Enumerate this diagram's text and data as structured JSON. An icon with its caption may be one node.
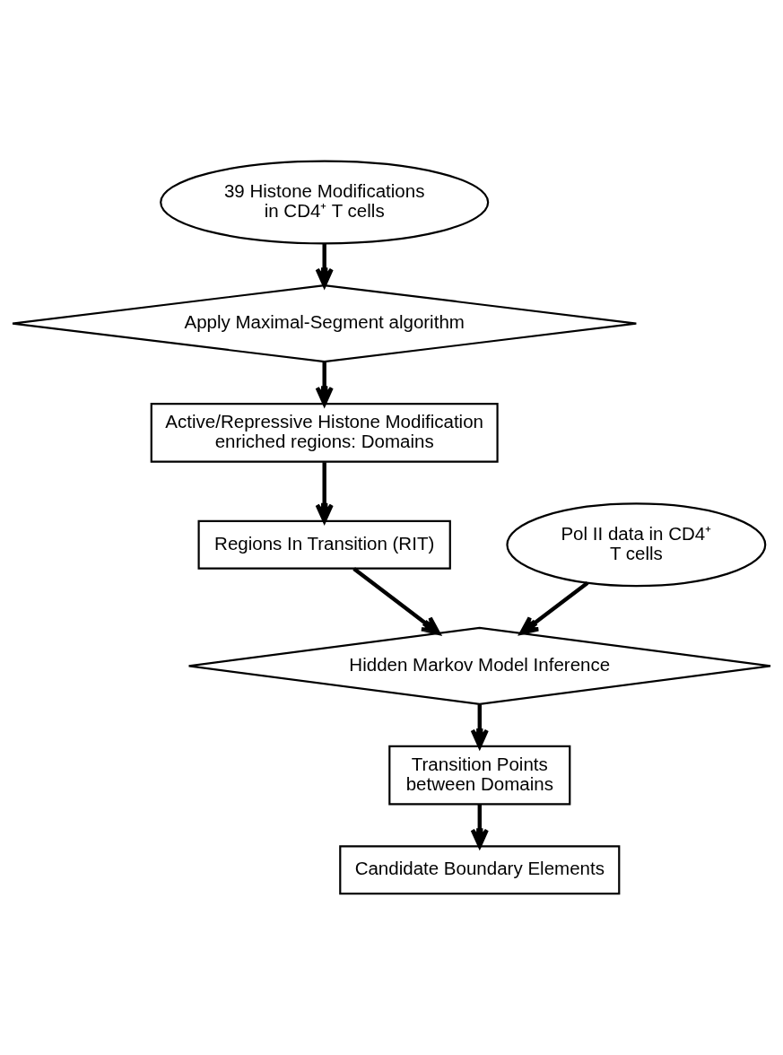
{
  "diagram": {
    "nodes": [
      {
        "text": [
          "39 Histone Modifications in CD4⁺ T cells"
        ]
      },
      {
        "text": [
          "Apply Maximal-Segment algorithm"
        ]
      },
      {
        "text": [
          "Active/Repressive Histone Modification enriched regions: Domains"
        ]
      },
      {
        "text": [
          "Regions In Transition (RIT)"
        ]
      },
      {
        "text": [
          "Pol II data in CD4⁺ T cells"
        ]
      },
      {
        "text": [
          "Hidden Markov Model Inference"
        ]
      },
      {
        "text": [
          "Transition Points between Domains"
        ]
      },
      {
        "text": [
          "Candidate Boundary Elements"
        ]
      }
    ],
    "edges": [
      {
        "from": 0,
        "to": 1,
        "arrow": "to"
      },
      {
        "from": 1,
        "to": 2,
        "arrow": "to"
      },
      {
        "from": 2,
        "to": 3,
        "arrow": "to"
      },
      {
        "from": 3,
        "to": 5,
        "arrow": "to"
      },
      {
        "from": 4,
        "to": 5,
        "arrow": "to"
      },
      {
        "from": 5,
        "to": 6,
        "arrow": "to"
      },
      {
        "from": 6,
        "to": 7,
        "arrow": "to"
      }
    ]
  }
}
